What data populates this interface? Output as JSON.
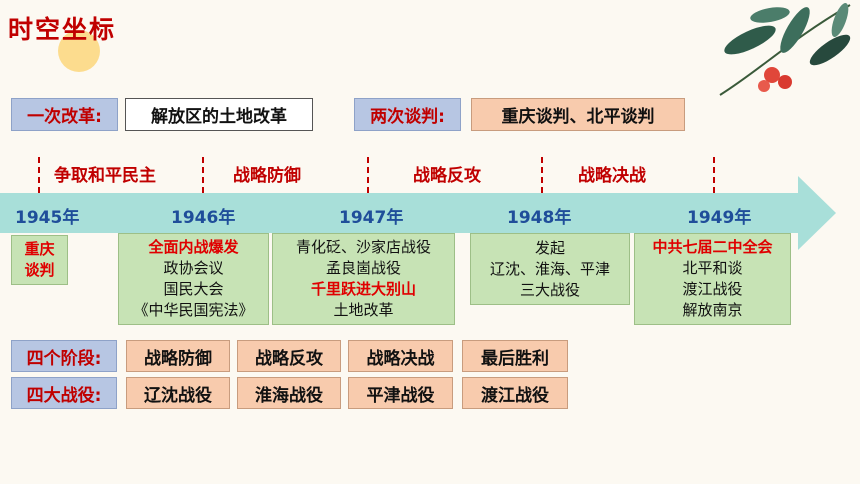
{
  "title": "时空坐标",
  "top_row": {
    "land_label": "一次改革:",
    "land_value": "解放区的土地改革",
    "talks_label": "两次谈判:",
    "talks_value": "重庆谈判、北平谈判"
  },
  "phases": [
    "争取和平民主",
    "战略防御",
    "战略反攻",
    "战略决战"
  ],
  "years": [
    "1945年",
    "1946年",
    "1947年",
    "1948年",
    "1949年"
  ],
  "events": {
    "e1945": [
      "重庆",
      "谈判"
    ],
    "e1946": [
      "全面内战爆发",
      "政协会议",
      "国民大会",
      "《中华民国宪法》"
    ],
    "e1947": [
      "青化砭、沙家店战役",
      "孟良崮战役",
      "千里跃进大别山",
      "土地改革"
    ],
    "e1948": [
      "发起",
      "辽沈、淮海、平津",
      "三大战役"
    ],
    "e1949": [
      "中共七届二中全会",
      "北平和谈",
      "渡江战役",
      "解放南京"
    ]
  },
  "stages": {
    "label": "四个阶段:",
    "items": [
      "战略防御",
      "战略反攻",
      "战略决战",
      "最后胜利"
    ]
  },
  "battles": {
    "label": "四大战役:",
    "items": [
      "辽沈战役",
      "淮海战役",
      "平津战役",
      "渡江战役"
    ]
  },
  "colors": {
    "accent_red": "#c00000",
    "label_blue": "#b7c6e3",
    "peach": "#f8cbad",
    "green": "#c7e3b5",
    "timeline": "#a8dfd9"
  }
}
